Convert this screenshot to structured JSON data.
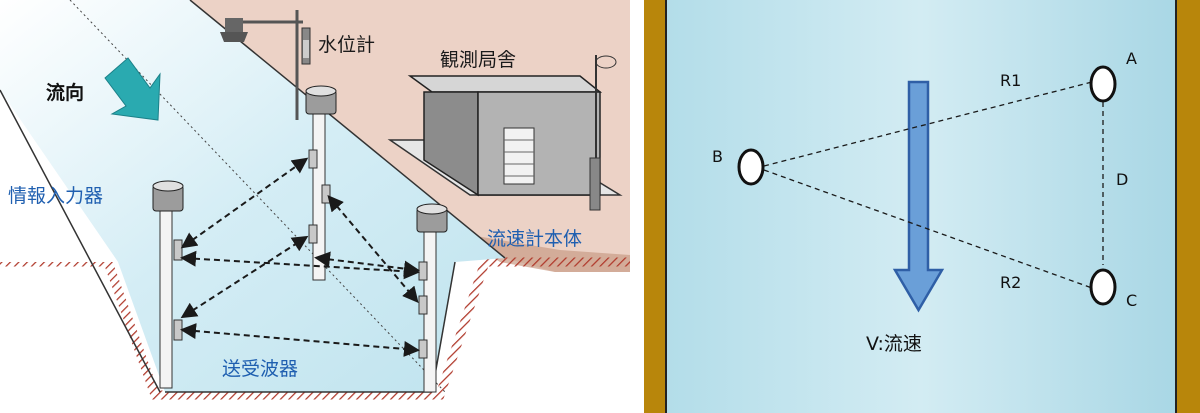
{
  "left_diagram": {
    "labels": {
      "water_level_gauge": "水位計",
      "station_building": "観測局舎",
      "flow_direction": "流向",
      "info_input": "情報入力器",
      "meter_body": "流速計本体",
      "transducers": "送受波器"
    }
  },
  "right_diagram": {
    "points": {
      "a": "A",
      "b": "B",
      "c": "C"
    },
    "paths": {
      "r1": "R1",
      "r2": "R2",
      "d": "D"
    },
    "velocity": "V:流速"
  },
  "colors": {
    "water": "#cde9f2",
    "water_right": "#b6dde9",
    "bank_wood": "#b8860b",
    "arrow_blue": "#4f86cf",
    "flow_arrow": "#2aaab0",
    "label_blue": "#1f5fb0",
    "ground_brown": "#caa08c"
  }
}
